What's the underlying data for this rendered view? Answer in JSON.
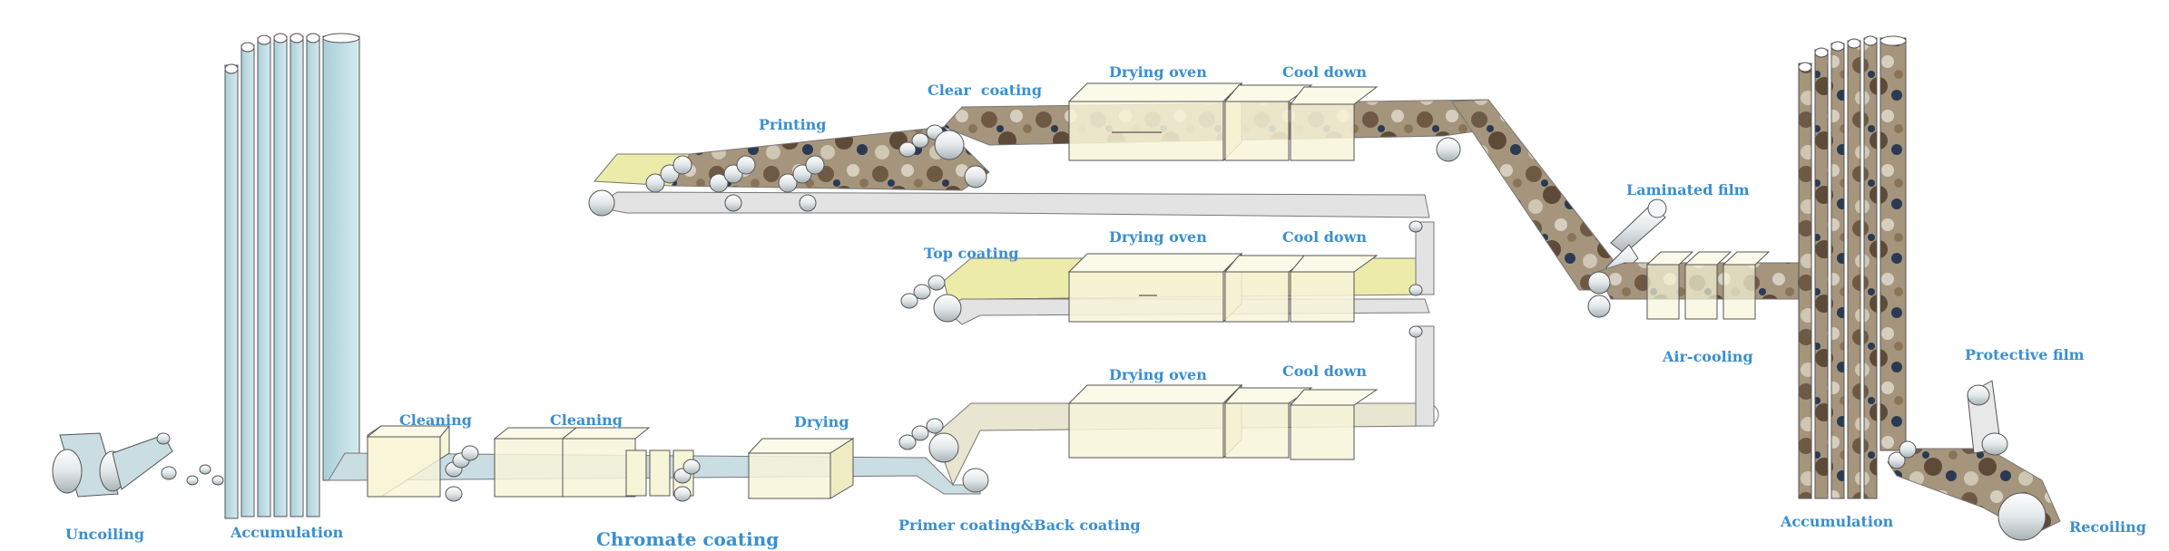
{
  "labels": {
    "uncoiling": "Uncoiling",
    "accumulation_left": "Accumulation",
    "cleaning_1": "Cleaning",
    "cleaning_2": "Cleaning",
    "chromate_coating": "Chromate coating",
    "drying": "Drying",
    "primer_back_coating": "Primer coating&Back coating",
    "drying_oven_bottom": "Drying oven",
    "cool_down_bottom": "Cool down",
    "top_coating": "Top coating",
    "drying_oven_middle": "Drying oven",
    "cool_down_middle": "Cool down",
    "printing": "Printing",
    "clear_coating": "Clear  coating",
    "drying_oven_top": "Drying oven",
    "cool_down_top": "Cool down",
    "laminated_film": "Laminated film",
    "air_cooling": "Air-cooling",
    "accumulation_right": "Accumulation",
    "protective_film": "Protective film",
    "recoiling": "Recoiling"
  },
  "colors": {
    "label": "#3a8fd0",
    "strip_plain": "#c9dde3",
    "strip_primer": "#e8e6d0",
    "strip_top_coat": "#ecebaa",
    "strip_grey": "#e3e3e3",
    "camo_brown": "#8a7458",
    "camo_dark": "#2b3a52",
    "tank": "#f7f5d8",
    "roller": "#e9eef0"
  }
}
